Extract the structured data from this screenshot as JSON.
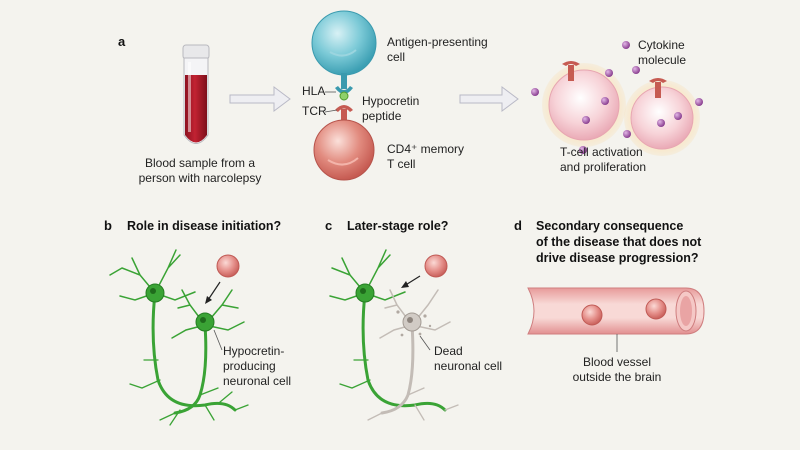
{
  "panels": {
    "a": {
      "letter": "a",
      "blood_caption": [
        "Blood sample from a",
        "person with narcolepsy"
      ],
      "apc_label": [
        "Antigen-presenting",
        "cell"
      ],
      "hla_label": "HLA",
      "tcr_label": "TCR",
      "peptide_label": [
        "Hypocretin",
        "peptide"
      ],
      "tcell_label": [
        "CD4⁺ memory",
        "T cell"
      ],
      "cytokine_label": [
        "Cytokine",
        "molecule"
      ],
      "activation_label": [
        "T-cell activation",
        "and proliferation"
      ]
    },
    "b": {
      "letter": "b",
      "title": "Role in disease initiation?",
      "neuron_label": [
        "Hypocretin-",
        "producing",
        "neuronal cell"
      ]
    },
    "c": {
      "letter": "c",
      "title": "Later-stage role?",
      "neuron_label": [
        "Dead",
        "neuronal cell"
      ]
    },
    "d": {
      "letter": "d",
      "title": [
        "Secondary consequence",
        "of the disease that does not",
        "drive disease progression?"
      ],
      "vessel_label": [
        "Blood vessel",
        "outside the brain"
      ]
    }
  },
  "colors": {
    "background": "#f4f3ee",
    "blood": "#b01c2a",
    "apc": "#5bb8c9",
    "tcell": "#d9736a",
    "activated_tcell": "#f3c4cc",
    "cytokine": "#9b4f9f",
    "neuron_live": "#3aa335",
    "neuron_dead": "#c3bcb6",
    "vessel": "#e8a0a0",
    "arrow": "#c8c8d4"
  }
}
